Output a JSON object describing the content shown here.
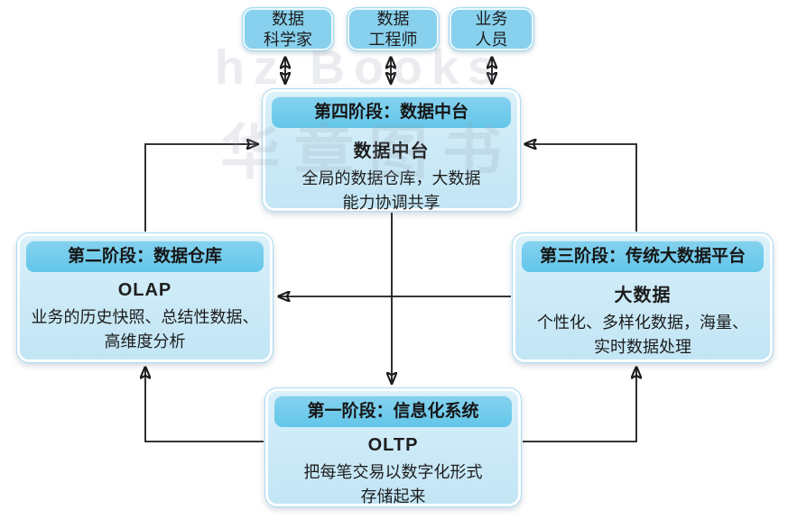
{
  "watermark": {
    "english": "hz Books",
    "chinese": "华章图书"
  },
  "actors": [
    {
      "id": "data-scientist",
      "label": "数据\n科学家"
    },
    {
      "id": "data-engineer",
      "label": "数据\n工程师"
    },
    {
      "id": "business-staff",
      "label": "业务\n人员"
    }
  ],
  "stages": {
    "stage4": {
      "header": "第四阶段：数据中台",
      "label": "数据中台",
      "desc": "全局的数据仓库，大数据\n能力协调共享"
    },
    "stage2": {
      "header": "第二阶段：数据仓库",
      "label": "OLAP",
      "desc": "业务的历史快照、总结性数据、\n高维度分析"
    },
    "stage3": {
      "header": "第三阶段：传统大数据平台",
      "label": "大数据",
      "desc": "个性化、多样化数据，海量、\n实时数据处理"
    },
    "stage1": {
      "header": "第一阶段：信息化系统",
      "label": "OLTP",
      "desc": "把每笔交易以数字化形式\n存储起来"
    }
  },
  "connections": [
    {
      "from": "data-scientist",
      "to": "stage4",
      "type": "bidirectional"
    },
    {
      "from": "data-engineer",
      "to": "stage4",
      "type": "bidirectional"
    },
    {
      "from": "business-staff",
      "to": "stage4",
      "type": "bidirectional"
    },
    {
      "from": "stage2",
      "to": "stage4",
      "type": "arrow"
    },
    {
      "from": "stage3",
      "to": "stage4",
      "type": "arrow"
    },
    {
      "from": "stage3",
      "to": "stage2",
      "type": "arrow"
    },
    {
      "from": "stage4",
      "to": "stage1",
      "type": "arrow"
    },
    {
      "from": "stage1",
      "to": "stage2",
      "type": "arrow"
    },
    {
      "from": "stage1",
      "to": "stage3",
      "type": "arrow"
    }
  ],
  "colors": {
    "box_header": "#74cbec",
    "box_body": "#cdeaf7",
    "box_rim": "#ffffff",
    "box_edge": "#aadcf2",
    "arrow": "#1a1a1a",
    "text": "#1d1d1d",
    "watermark": "#94a0b0"
  }
}
